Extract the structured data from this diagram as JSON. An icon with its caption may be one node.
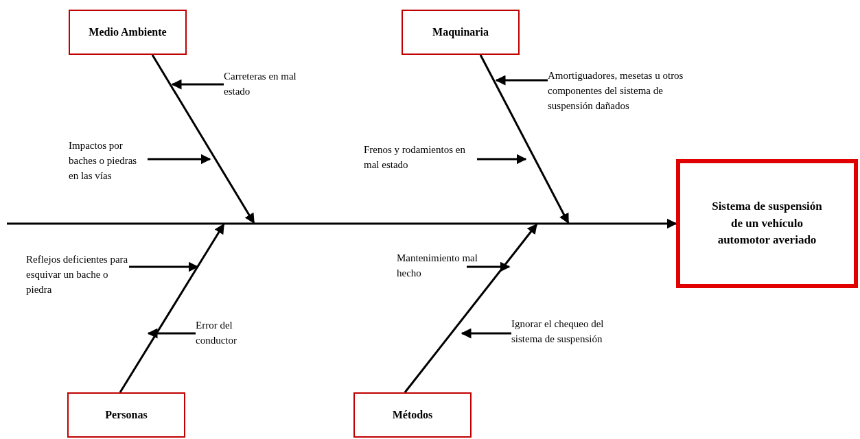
{
  "diagram": {
    "nodes": [
      {
        "text": [
          "Medio Ambiente"
        ]
      },
      {
        "text": [
          "Maquinaria"
        ]
      },
      {
        "text": [
          "Carreteras en mal estado"
        ]
      },
      {
        "text": [
          "Amortiguadores, mesetas u otros componentes del sistema de suspensión dañados"
        ]
      },
      {
        "text": [
          "Impactos por baches o piedras en las vías"
        ]
      },
      {
        "text": [
          "Frenos y rodamientos en mal estado"
        ]
      },
      {
        "text": [
          "Sistema de suspensión de un vehículo automotor averiado"
        ]
      },
      {
        "text": [
          "Reflejos deficientes para esquivar un bache o piedra"
        ]
      },
      {
        "text": [
          "Mantenimiento mal hecho"
        ]
      },
      {
        "text": [
          "Error del conductor"
        ]
      },
      {
        "text": [
          "Ignorar el chequeo del sistema de suspensión"
        ]
      },
      {
        "text": [
          "Personas"
        ]
      },
      {
        "text": [
          "Métodos"
        ]
      }
    ],
    "edges": [
      {
        "from": null,
        "to": 6,
        "arrow": "to"
      },
      {
        "from": 0,
        "to": null,
        "arrow": "to"
      },
      {
        "from": 1,
        "to": null,
        "arrow": "to"
      },
      {
        "from": 11,
        "to": null,
        "arrow": "to"
      },
      {
        "from": 12,
        "to": null,
        "arrow": "to"
      },
      {
        "from": 2,
        "to": null,
        "arrow": "to"
      },
      {
        "from": 3,
        "to": null,
        "arrow": "to"
      },
      {
        "from": 4,
        "to": null,
        "arrow": "to"
      },
      {
        "from": 5,
        "to": null,
        "arrow": "to"
      },
      {
        "from": 7,
        "to": null,
        "arrow": "to"
      },
      {
        "from": 8,
        "to": null,
        "arrow": "to"
      },
      {
        "from": 9,
        "to": null,
        "arrow": "to"
      },
      {
        "from": 10,
        "to": null,
        "arrow": "to"
      }
    ]
  }
}
